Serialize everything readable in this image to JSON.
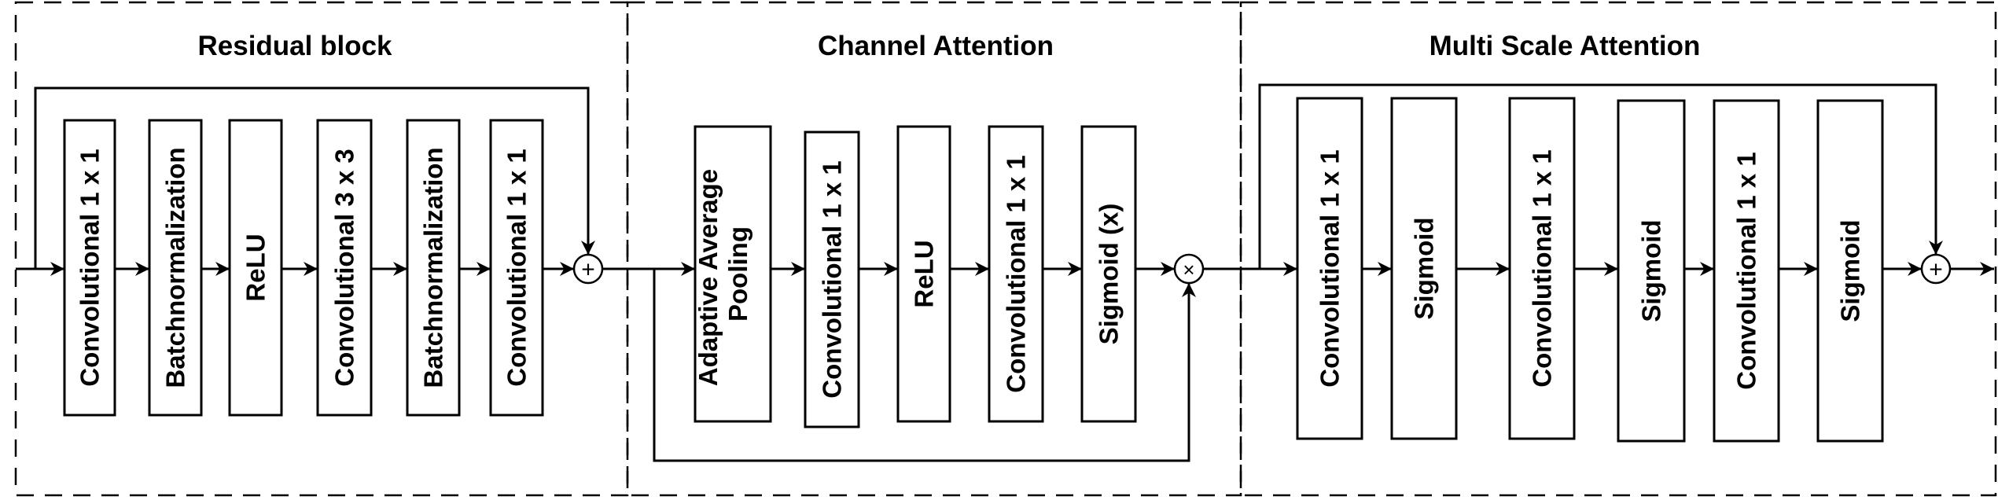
{
  "sections": [
    {
      "title": "Residual block"
    },
    {
      "title": "Channel Attention"
    },
    {
      "title": "Multi Scale Attention"
    }
  ],
  "residual_block": {
    "layers": [
      "Convolutional 1 x 1",
      "Batchnormalization",
      "ReLU",
      "Convolutional 3 x 3",
      "Batchnormalization",
      "Convolutional 1 x 1"
    ],
    "merge_symbol": "+"
  },
  "channel_attention": {
    "layers": [
      [
        "Adaptive Average",
        "Pooling"
      ],
      [
        "Convolutional 1 x 1"
      ],
      [
        "ReLU"
      ],
      [
        "Convolutional 1 x 1"
      ],
      [
        "Sigmoid (x)"
      ]
    ],
    "merge_symbol": "×"
  },
  "multi_scale_attention": {
    "layers": [
      "Convolutional 1 x 1",
      "Sigmoid",
      "Convolutional 1 x 1",
      "Sigmoid",
      "Convolutional 1 x 1",
      "Sigmoid"
    ],
    "merge_symbol": "+"
  }
}
